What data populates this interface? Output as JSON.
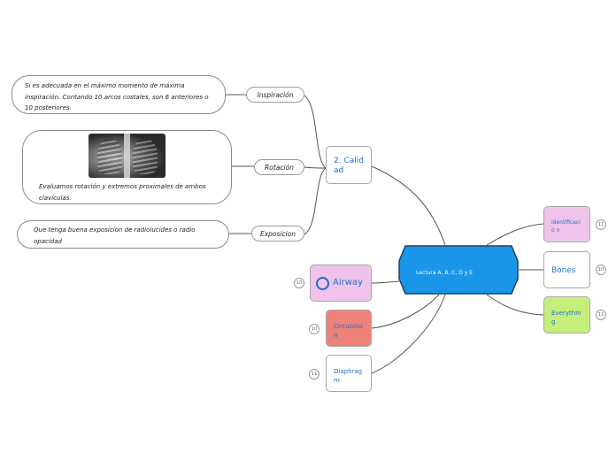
{
  "central": {
    "label": "Lectura A, B, C, D y E",
    "fill": "#1a96e8"
  },
  "calidad": {
    "label": "2. Calidad",
    "branches": [
      {
        "label": "Inspiración",
        "note": "Si es adecuada en el máximo momento de máxima inspiración. Contando 10 arcos costales, son 6 anteriores o 10 posteriores."
      },
      {
        "label": "Rotación",
        "note": "Evaluamos rotación y extremos proximales de ambos clavículas."
      },
      {
        "label": "Exposicion",
        "note": "Que tenga buena exposicion de radiolucides o radio opacidad"
      }
    ]
  },
  "left_nodes": [
    {
      "label": "Airway",
      "badge": "10",
      "fill": "#f0c4ea"
    },
    {
      "label": "Circulatio n",
      "badge": "10",
      "fill": "#ee8178"
    },
    {
      "label": "Diaphrag m",
      "badge": "11",
      "fill": "#ffffff"
    }
  ],
  "right_nodes": [
    {
      "label": "Identificació n",
      "badge": "11",
      "fill": "#f0c4ea"
    },
    {
      "label": "Bones",
      "badge": "10",
      "fill": "#ffffff"
    },
    {
      "label": "Everythin g",
      "badge": "11",
      "fill": "#c6ef7a"
    }
  ],
  "icons": {
    "xray": "chest-xray-image",
    "airway": "circle-icon"
  }
}
